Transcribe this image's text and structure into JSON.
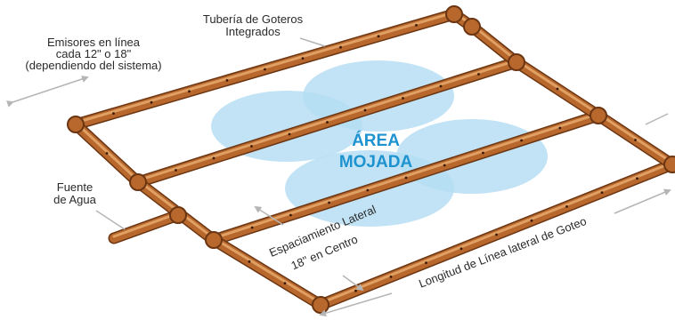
{
  "wetted_area": {
    "line1": "ÁREA",
    "line2": "MOJADA"
  },
  "labels": {
    "emitters_line1": "Emisores en línea",
    "emitters_line2": "cada 12\" o 18\"",
    "emitters_line3": "(dependiendo del sistema)",
    "drip_tubing_line1": "Tubería de Goteros",
    "drip_tubing_line2": "Integrados",
    "water_source_line1": "Fuente",
    "water_source_line2": "de Agua",
    "lateral_spacing_line1": "Espaciamiento Lateral",
    "lateral_spacing_line2": "18\" en Centro",
    "lateral_length": "Longitud de Línea lateral de Goteo"
  },
  "colors": {
    "pipe": "#b8682c",
    "pipe_dark": "#6b3512",
    "pipe_highlight": "#e0a064",
    "wet_area": "#a9d8f1",
    "wet_text": "#1e93cf",
    "arrow": "#b5b5b5"
  }
}
